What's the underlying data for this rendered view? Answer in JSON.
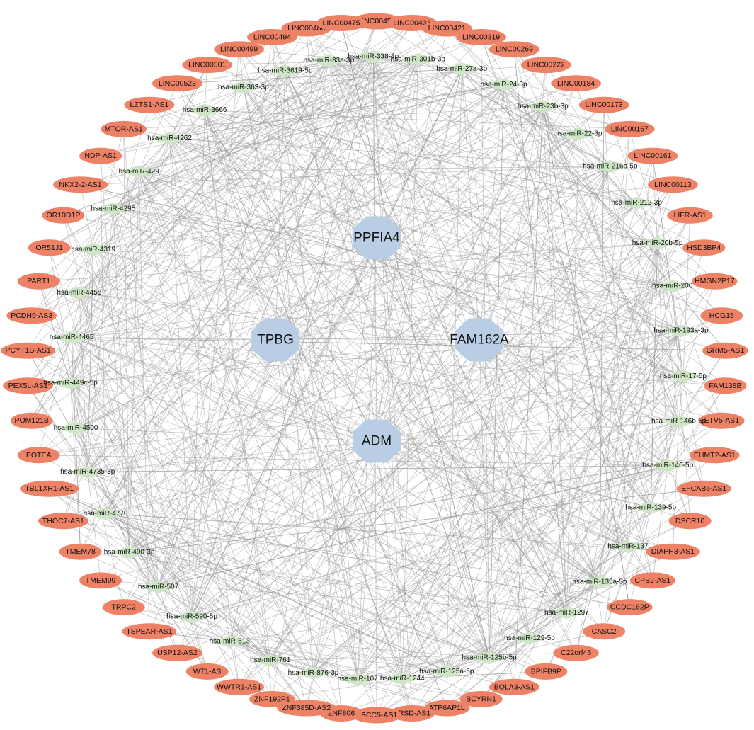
{
  "colors": {
    "lncrna_node": "#ee8266",
    "mirna_node": "#cfe6c6",
    "hub_node": "#b9cee4",
    "edge": "#9a9a9a",
    "background": "#ffffff"
  },
  "hubs": [
    "PPFIA4",
    "TPBG",
    "FAM162A",
    "ADM"
  ],
  "mirnas": [
    "hsa-miR-33a-3p",
    "hsa-miR-338-3p",
    "hsa-miR-301b-3p",
    "hsa-miR-27a-3p",
    "hsa-miR-24-3p",
    "hsa-miR-23b-3p",
    "hsa-miR-22-3p",
    "hsa-miR-216b-5p",
    "hsa-miR-212-3p",
    "hsa-miR-20b-5p",
    "hsa-miR-206",
    "hsa-miR-193a-3p",
    "hsa-miR-17-5p",
    "hsa-miR-146b-5p",
    "hsa-miR-140-5p",
    "hsa-miR-139-5p",
    "hsa-miR-137",
    "hsa-miR-135a-5p",
    "hsa-miR-1297",
    "hsa-miR-129-5p",
    "hsa-miR-125b-5p",
    "hsa-miR-125a-5p",
    "hsa-miR-1244",
    "hsa-miR-107",
    "hsa-miR-876-3p",
    "hsa-miR-761",
    "hsa-miR-613",
    "hsa-miR-590-5p",
    "hsa-miR-507",
    "hsa-miR-490-3p",
    "hsa-miR-4770",
    "hsa-miR-4735-3p",
    "hsa-miR-4500",
    "hsa-miR-449c-5p",
    "hsa-miR-4465",
    "hsa-miR-4458",
    "hsa-miR-4319",
    "hsa-miR-4295",
    "hsa-miR-429",
    "hsa-miR-4262",
    "hsa-miR-3666",
    "hsa-miR-363-3p",
    "hsa-miR-3619-5p"
  ],
  "lncrnas": [
    "LINC00452",
    "LINC00433",
    "LINC00421",
    "LINC00319",
    "LINC00269",
    "LINC00222",
    "LINC00184",
    "LINC00173",
    "LINC00167",
    "LINC00161",
    "LINC00113",
    "LIFR-AS1",
    "HSD3BP4",
    "HMGN2P17",
    "HCG15",
    "GRM5-AS1",
    "FAM138B",
    "ETV5-AS1",
    "EHMT2-AS1",
    "EFCAB6-AS1",
    "DSCR10",
    "DIAPH3-AS1",
    "CPB2-AS1",
    "CCDC162P",
    "CASC2",
    "C22orf46",
    "BPIFB9P",
    "BOLA3-AS1",
    "BCYRN1",
    "ATP6AP1L",
    "ARSD-AS1",
    "ABCC5-AS1",
    "ZNF806",
    "ZNF385D-AS2",
    "ZNF192P1",
    "WWTR1-AS1",
    "WT1-AS",
    "USP12-AS2",
    "TSPEAR-AS1",
    "TRPC2",
    "TMEM99",
    "TMEM78",
    "THOC7-AS1",
    "TBL1XR1-AS1",
    "POTEA",
    "POM121B",
    "PEX5L-AS1",
    "PCYT1B-AS1",
    "PCDH9-AS3",
    "PART1",
    "OR51J1",
    "OR10D1P",
    "NKX2-2-AS1",
    "NDP-AS1",
    "MTOR-AS1",
    "LZTS1-AS1",
    "LINC00523",
    "LINC00501",
    "LINC00499",
    "LINC00494",
    "LINC00486",
    "LINC00475"
  ]
}
